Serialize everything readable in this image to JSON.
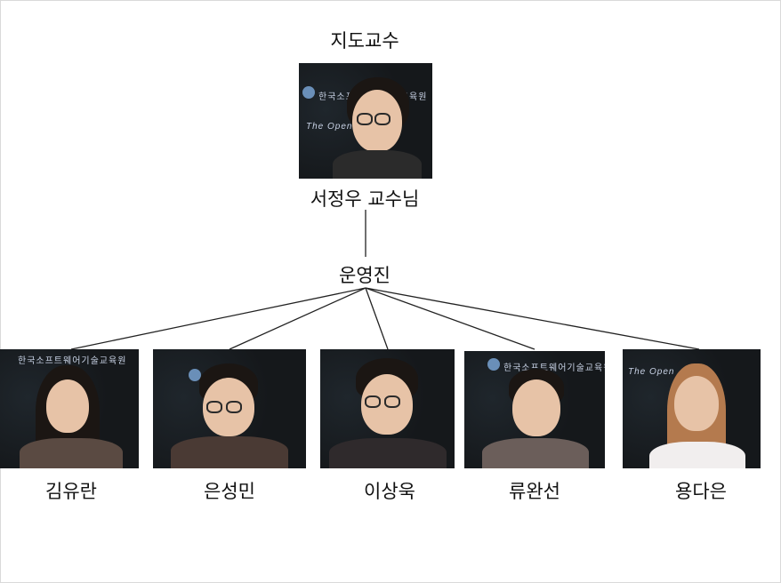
{
  "title": "지도교수",
  "advisor": {
    "name": "서정우 교수님",
    "photo_icon": "advisor-photo"
  },
  "leader": {
    "name": "운영진"
  },
  "members": [
    {
      "name": "김유란"
    },
    {
      "name": "은성민"
    },
    {
      "name": "이상욱"
    },
    {
      "name": "류완선"
    },
    {
      "name": "용다은"
    }
  ],
  "photo_banner_text": "한국소프트웨어기술교육원",
  "photo_banner_text_2": "The Open",
  "colors": {
    "line": "#222222",
    "photo_bg": "#15181b"
  }
}
